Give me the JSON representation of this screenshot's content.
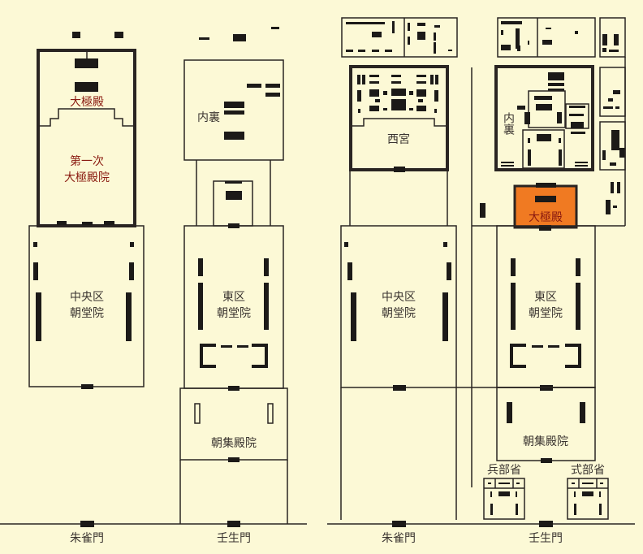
{
  "colors": {
    "background": "#fcf9d6",
    "highlight": "#f07a22",
    "lines": "#2a2522",
    "highlight_text": "#8a1a10"
  },
  "left_plan": {
    "daigokuden": "大極殿",
    "daigokuden_in_1": "第一次",
    "daigokuden_in_2": "大極殿院",
    "chuo_1": "中央区",
    "chuo_2": "朝堂院",
    "dairi": "内裏",
    "higashi_1": "東区",
    "higashi_2": "朝堂院",
    "choshuden": "朝集殿院",
    "gate_suzaku": "朱雀門",
    "gate_mibu": "壬生門"
  },
  "right_plan": {
    "nishimiya": "西宮",
    "chuo_1": "中央区",
    "chuo_2": "朝堂院",
    "dairi": "内裏",
    "daigokuden": "大極殿",
    "higashi_1": "東区",
    "higashi_2": "朝堂院",
    "choshuden": "朝集殿院",
    "hyobusho": "兵部省",
    "shikibusho": "式部省",
    "gate_suzaku": "朱雀門",
    "gate_mibu": "壬生門"
  }
}
